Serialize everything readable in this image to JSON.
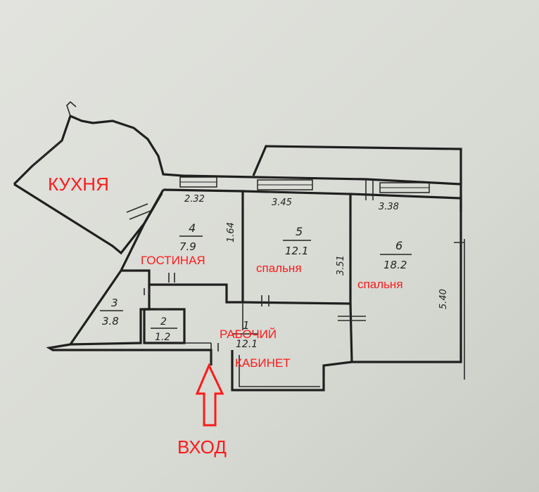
{
  "rooms": {
    "kitchen_label": "КУХНЯ",
    "living_label": "ГОСТИНАЯ",
    "bedroom1_label": "спальня",
    "bedroom2_label": "спальня",
    "office_label_line1": "РАБОЧИЙ",
    "office_label_line2": "КАБИНЕТ"
  },
  "entrance": {
    "label": "ВХОД"
  },
  "room_numbers": {
    "r1": "1",
    "r2": "2",
    "r3": "3",
    "r4": "4",
    "r5": "5",
    "r6": "6"
  },
  "areas": {
    "r1": "12.1",
    "r2": "1.2",
    "r3": "3.8",
    "r4": "7.9",
    "r5": "12.1",
    "r6": "18.2"
  },
  "dimensions": {
    "d_232": "2.32",
    "d_345": "3.45",
    "d_338": "3.38",
    "d_164": "1.64",
    "d_351": "3.51",
    "d_540": "5.40"
  },
  "colors": {
    "annotation": "#ff1a1a",
    "ink": "#1f1f1f",
    "paper": "#d9dbd6"
  }
}
